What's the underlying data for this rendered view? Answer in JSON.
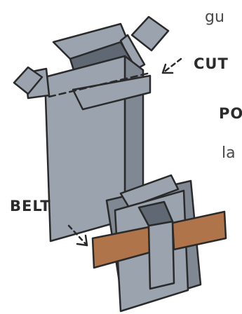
{
  "labels": {
    "top_fragment": "gu",
    "cut": "CUT",
    "po_fragment": "PO",
    "la_fragment": "la",
    "belt": "BELT"
  },
  "colors": {
    "box_fill": "#9aa3ae",
    "box_shade": "#7f8893",
    "box_dark": "#5f6873",
    "outline": "#2a2a2a",
    "belt_fill": "#b0744a"
  }
}
